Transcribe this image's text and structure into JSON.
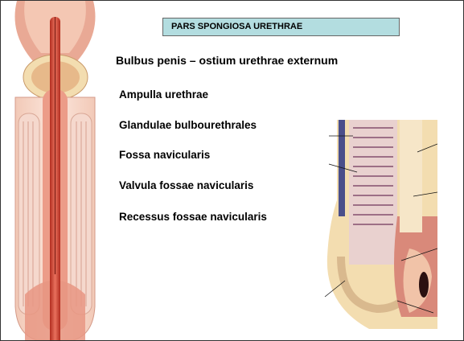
{
  "slide": {
    "title": "PARS SPONGIOSA URETHRAE",
    "heading": "Bulbus penis – ostium urethrae externum",
    "items": [
      "Ampulla urethrae",
      "Glandulae bulbourethrales",
      "Fossa navicularis",
      "Valvula fossae navicularis",
      "Recessus fossae navicularis"
    ]
  },
  "illustrations": {
    "left": "penis-longitudinal-section-illustration",
    "right": "glans-detail-section-illustration"
  },
  "colors": {
    "title_bg": "#b3dde0",
    "tissue_pink": "#e8a89a",
    "urethra_red": "#c0392b",
    "cream": "#f3ddb0"
  }
}
